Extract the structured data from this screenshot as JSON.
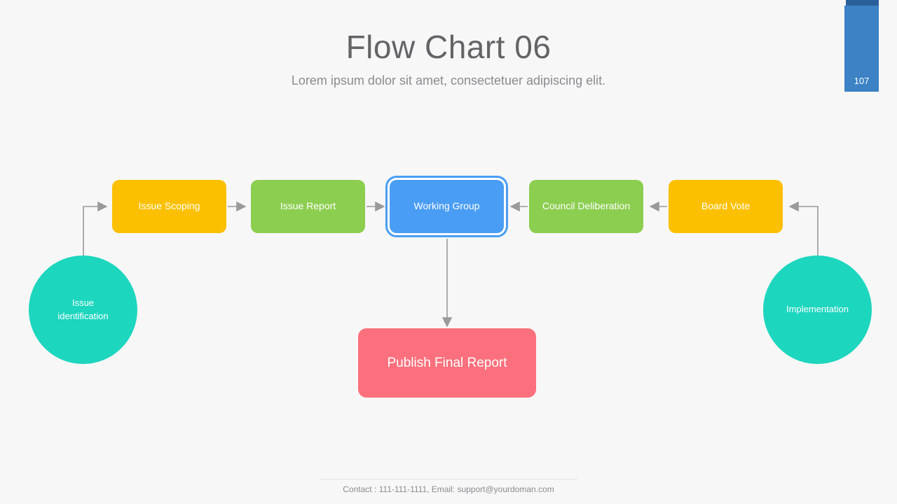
{
  "slide": {
    "title": "Flow Chart 06",
    "subtitle": "Lorem ipsum dolor sit amet, consectetuer  adipiscing elit.",
    "background_color": "#F7F7F7"
  },
  "ribbon": {
    "page_number": "107",
    "body_color": "#3C82C4",
    "cap_color": "#2A6099"
  },
  "flow": {
    "nodes": [
      {
        "id": "issue-identification",
        "label": "Issue\nidentification",
        "label_line1": "Issue",
        "label_line2": "identification",
        "shape": "circle",
        "color": "#1DD6BE"
      },
      {
        "id": "issue-scoping",
        "label": "Issue Scoping",
        "shape": "rounded-rect",
        "color": "#FCC000"
      },
      {
        "id": "issue-report",
        "label": "Issue Report",
        "shape": "rounded-rect",
        "color": "#8CCE50"
      },
      {
        "id": "working-group",
        "label": "Working  Group",
        "shape": "rounded-rect",
        "color": "#4A9DF4",
        "highlighted": true
      },
      {
        "id": "council-deliberation",
        "label": "Council Deliberation",
        "shape": "rounded-rect",
        "color": "#8CCE50"
      },
      {
        "id": "board-vote",
        "label": "Board Vote",
        "shape": "rounded-rect",
        "color": "#FCC000"
      },
      {
        "id": "implementation",
        "label": "Implementation",
        "shape": "circle",
        "color": "#1DD6BE"
      },
      {
        "id": "publish-final-report",
        "label": "Publish Final Report",
        "shape": "rounded-rect",
        "color": "#FB707C"
      }
    ],
    "connector_color": "#9A9A9A",
    "edges": [
      {
        "from": "issue-identification",
        "to": "issue-scoping",
        "direction": "right"
      },
      {
        "from": "issue-scoping",
        "to": "issue-report",
        "direction": "right"
      },
      {
        "from": "issue-report",
        "to": "working-group",
        "direction": "right"
      },
      {
        "from": "council-deliberation",
        "to": "working-group",
        "direction": "left"
      },
      {
        "from": "board-vote",
        "to": "council-deliberation",
        "direction": "left"
      },
      {
        "from": "implementation",
        "to": "board-vote",
        "direction": "left"
      },
      {
        "from": "working-group",
        "to": "publish-final-report",
        "direction": "down"
      }
    ]
  },
  "footer": {
    "text": "Contact : 111-111-1111, Email: support@yourdoman.com"
  }
}
